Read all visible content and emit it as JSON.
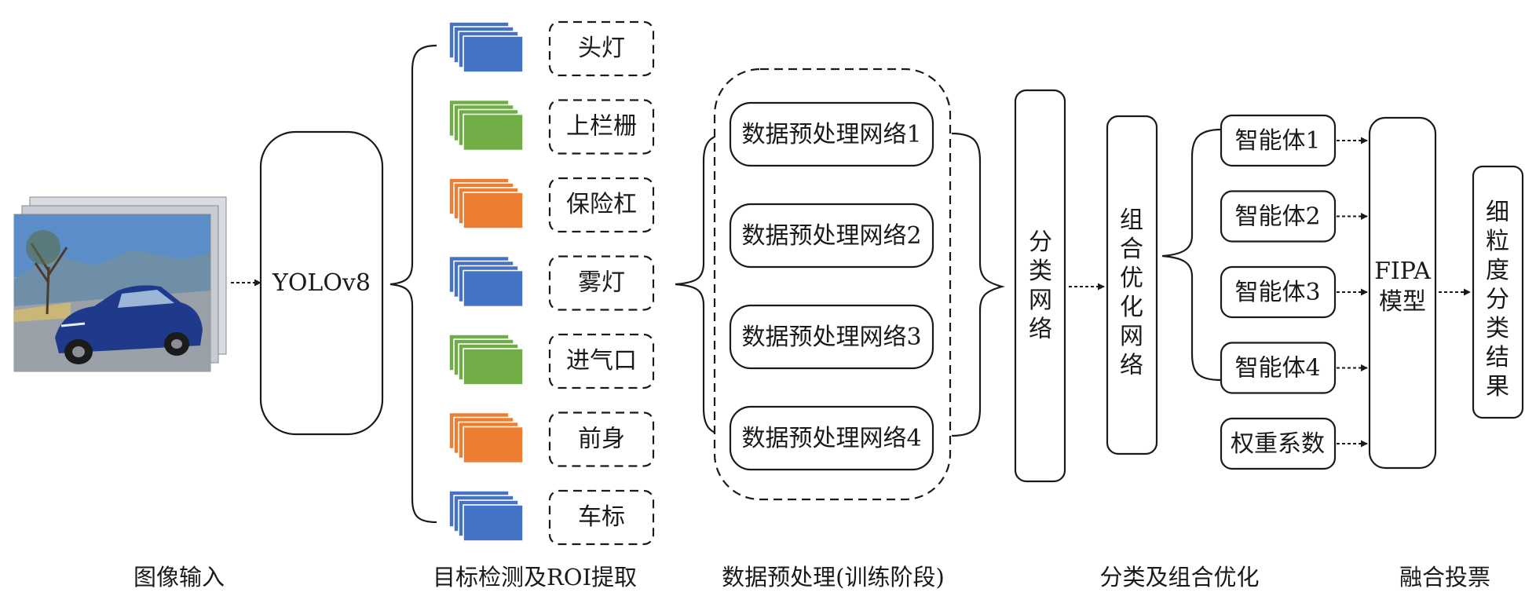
{
  "colors": {
    "blue": "#4472c4",
    "green": "#70ad47",
    "orange": "#ed7d31",
    "line": "#1a1a1a",
    "car_body": "#1f3a8a",
    "sky": "#5b8ec9",
    "road": "#9aa0a8"
  },
  "yolo": {
    "label": "YOLOv8"
  },
  "rois": [
    {
      "label": "头灯",
      "color": "blue"
    },
    {
      "label": "上栏栅",
      "color": "green"
    },
    {
      "label": "保险杠",
      "color": "orange"
    },
    {
      "label": "雾灯",
      "color": "blue"
    },
    {
      "label": "进气口",
      "color": "green"
    },
    {
      "label": "前身",
      "color": "orange"
    },
    {
      "label": "车标",
      "color": "blue"
    }
  ],
  "preprocess": [
    {
      "label": "数据预处理网络1"
    },
    {
      "label": "数据预处理网络2"
    },
    {
      "label": "数据预处理网络3"
    },
    {
      "label": "数据预处理网络4"
    }
  ],
  "classify": {
    "label": "分类网络"
  },
  "combine": {
    "label": "组合优化网络"
  },
  "agents": [
    {
      "label": "智能体1"
    },
    {
      "label": "智能体2"
    },
    {
      "label": "智能体3"
    },
    {
      "label": "智能体4"
    },
    {
      "label": "权重系数"
    }
  ],
  "fipa": {
    "line1": "FIPA",
    "line2": "模型"
  },
  "result": {
    "label": "细粒度分类结果"
  },
  "captions": {
    "input": "图像输入",
    "detect": "目标检测及ROI提取",
    "preprocess": "数据预处理(训练阶段)",
    "classify": "分类及组合优化",
    "fusion": "融合投票"
  }
}
